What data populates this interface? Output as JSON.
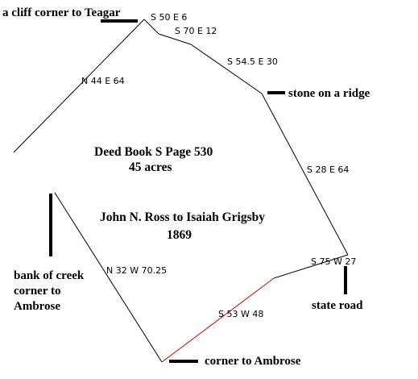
{
  "title": {
    "line1": "Deed Book S Page  530",
    "line2": "45 acres",
    "line3": "John N. Ross to Isaiah Grigsby",
    "line4": "1869"
  },
  "landmarks": {
    "cliff": "a cliff corner to Teagar",
    "stone": "stone on a ridge",
    "creek_line1": "bank of creek",
    "creek_line2": "corner to",
    "creek_line3": "Ambrose",
    "state_road": "state road",
    "corner_ambrose": "corner to Ambrose"
  },
  "calls": {
    "s50e6": "S 50 E 6",
    "s70e12": "S 70 E 12",
    "s545e30": "S 54.5 E 30",
    "n44e64": "N 44 E 64",
    "s28e64": "S 28 E 64",
    "s75w27": "S 75 W 27",
    "n32w7025": "N 32 W 70.25",
    "s53w48": "S 53 W 48"
  },
  "colors": {
    "boundary": "#000000",
    "road_segment": "#cc0000"
  }
}
